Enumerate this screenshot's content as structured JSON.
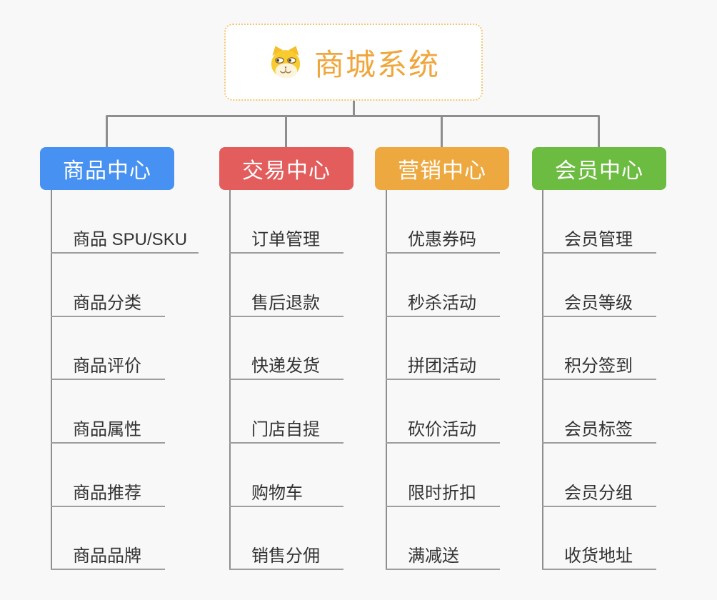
{
  "root": {
    "title": "商城系统",
    "icon": "doge-icon",
    "title_color": "#F0A63C",
    "border_color": "#F4C473"
  },
  "branches": [
    {
      "label": "商品中心",
      "color": "#4691F1",
      "items": [
        "商品 SPU/SKU",
        "商品分类",
        "商品评价",
        "商品属性",
        "商品推荐",
        "商品品牌"
      ]
    },
    {
      "label": "交易中心",
      "color": "#E35D5D",
      "items": [
        "订单管理",
        "售后退款",
        "快递发货",
        "门店自提",
        "购物车",
        "销售分佣"
      ]
    },
    {
      "label": "营销中心",
      "color": "#EDA93F",
      "items": [
        "优惠券码",
        "秒杀活动",
        "拼团活动",
        "砍价活动",
        "限时折扣",
        "满减送"
      ]
    },
    {
      "label": "会员中心",
      "color": "#6CBC41",
      "items": [
        "会员管理",
        "会员等级",
        "积分签到",
        "会员标签",
        "会员分组",
        "收货地址"
      ]
    }
  ],
  "connector_color": "#8E8E8E",
  "underline_color": "#9E9E9E",
  "background_color": "#F8F8F8",
  "item_text_color": "#333333"
}
